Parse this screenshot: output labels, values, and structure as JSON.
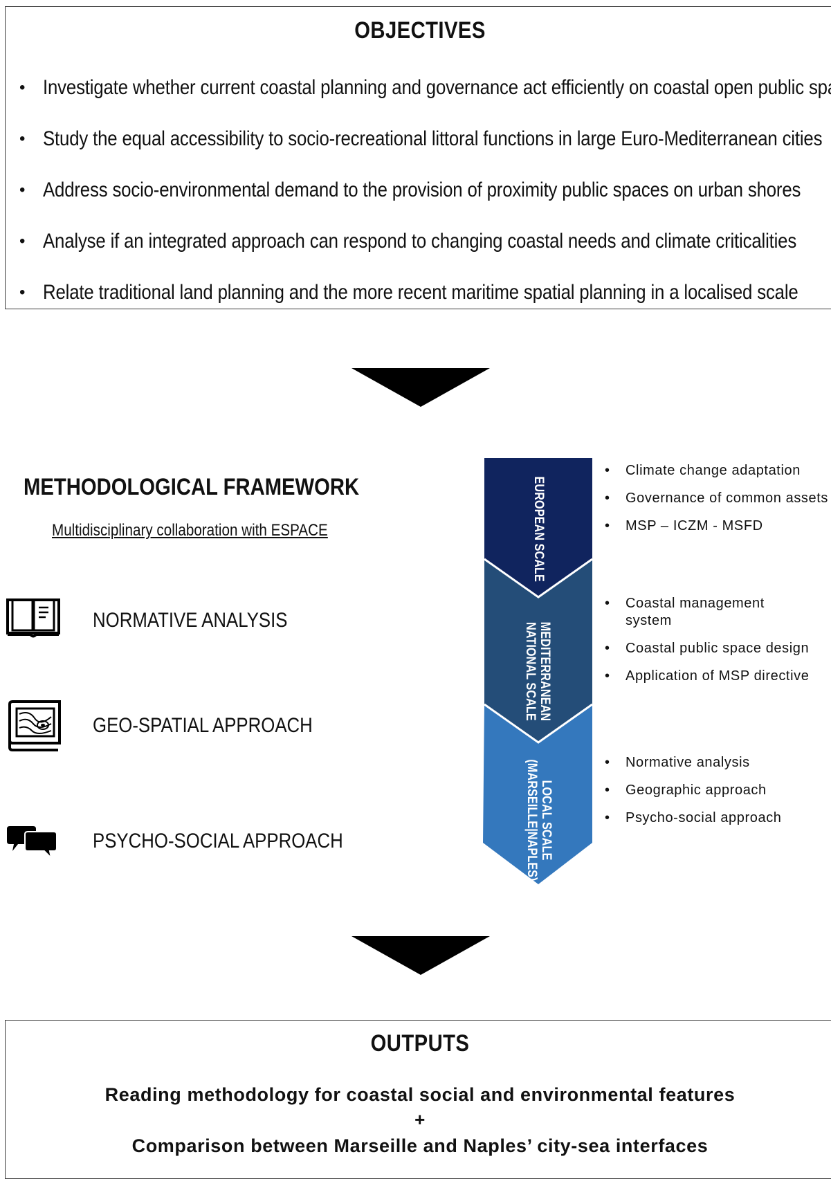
{
  "objectives": {
    "title": "OBJECTIVES",
    "items": [
      "Investigate whether current coastal planning and governance act efficiently on coastal open public space",
      "Study the equal accessibility to socio-recreational littoral functions in large Euro-Mediterranean cities",
      "Address socio-environmental demand to the provision of proximity public spaces on urban shores",
      "Analyse if an integrated approach can respond to changing coastal needs and climate criticalities",
      "Relate traditional land planning and the more recent maritime spatial planning in a localised scale"
    ]
  },
  "framework": {
    "title": "METHODOLOGICAL FRAMEWORK",
    "subtitle": "Multidisciplinary collaboration with ESPACE",
    "approaches": [
      {
        "label": "NORMATIVE ANALYSIS",
        "icon": "book-icon"
      },
      {
        "label": "GEO-SPATIAL APPROACH",
        "icon": "map-icon"
      },
      {
        "label": "PSYCHO-SOCIAL APPROACH",
        "icon": "speech-bubbles-icon"
      }
    ],
    "scales": [
      {
        "label_lines": [
          "EUROPEAN SCALE"
        ],
        "color": "#10245e",
        "details": [
          "Climate change adaptation",
          "Governance of common assets",
          "MSP – ICZM - MSFD"
        ]
      },
      {
        "label_lines": [
          "MEDITERRANEAN",
          "NATIONAL SCALE"
        ],
        "color": "#244d78",
        "details": [
          "Coastal management system",
          "Coastal public space design",
          "Application of MSP directive"
        ]
      },
      {
        "label_lines": [
          "LOCAL SCALE",
          "(MARSEILLE|NAPLES)"
        ],
        "color": "#3478bd",
        "details": [
          "Normative analysis",
          "Geographic approach",
          "Psycho-social approach"
        ]
      }
    ]
  },
  "outputs": {
    "title": "OUTPUTS",
    "line1": "Reading methodology for coastal social and environmental features",
    "plus": "+",
    "line2": "Comparison between Marseille and Naples’ city-sea interfaces"
  }
}
